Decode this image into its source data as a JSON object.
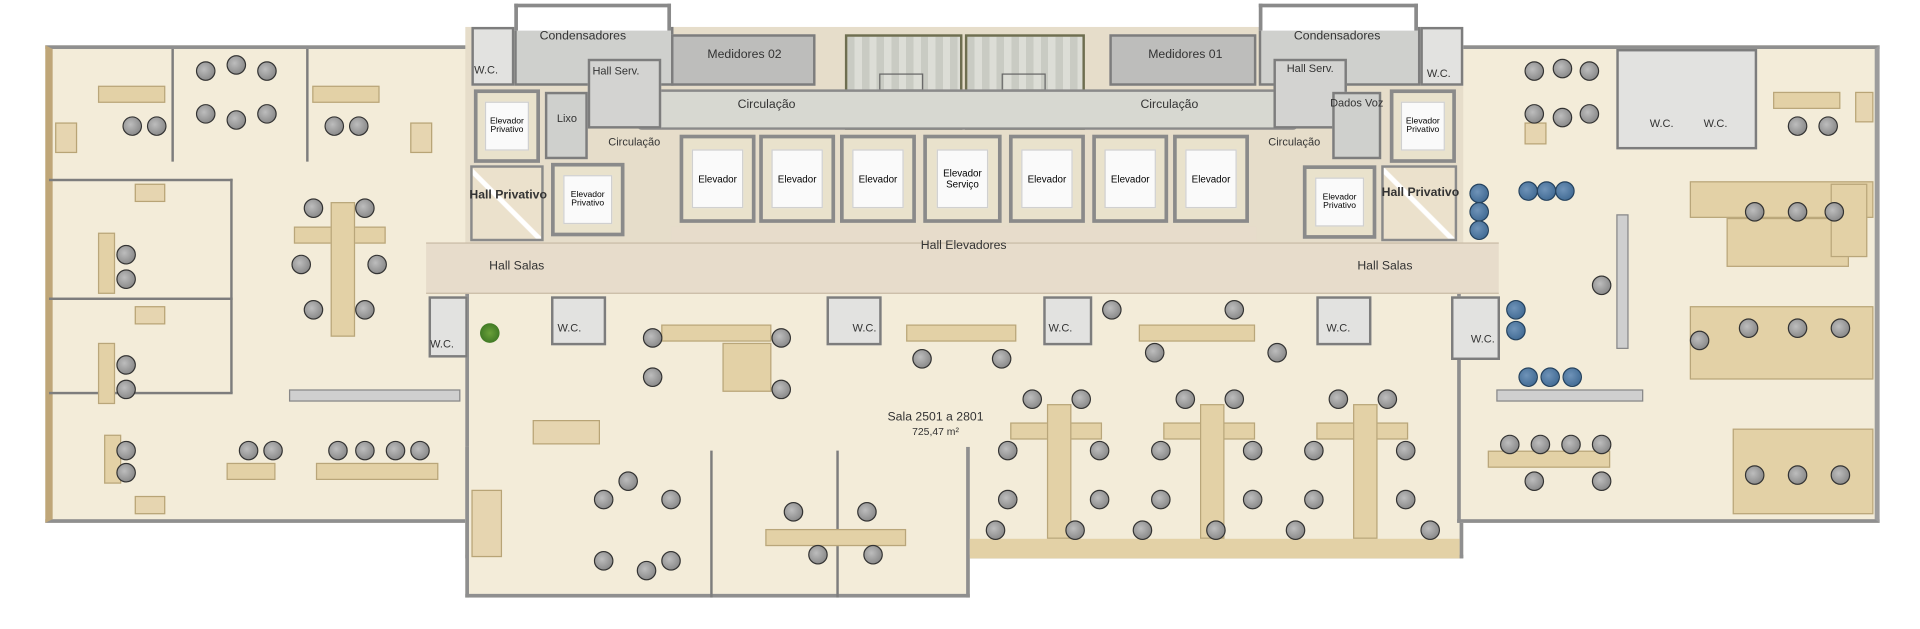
{
  "service_core": {
    "condensadores_left": "Condensadores",
    "condensadores_right": "Condensadores",
    "medidores_02": "Medidores 02",
    "medidores_01": "Medidores 01",
    "hall_serv_left": "Hall Serv.",
    "hall_serv_right": "Hall Serv.",
    "lixo": "Lixo",
    "dados_voz": "Dados Voz",
    "circulacao_left_main": "Circulação",
    "circulacao_right_main": "Circulação",
    "circulacao_left_small": "Circulação",
    "circulacao_right_small": "Circulação"
  },
  "elevators": [
    {
      "label": "Elevador"
    },
    {
      "label": "Elevador"
    },
    {
      "label": "Elevador"
    },
    {
      "label": "Elevador Serviço"
    },
    {
      "label": "Elevador"
    },
    {
      "label": "Elevador"
    },
    {
      "label": "Elevador"
    }
  ],
  "private_elevators": [
    {
      "label": "Elevador Privativo"
    },
    {
      "label": "Elevador Privativo"
    },
    {
      "label": "Elevador Privativo"
    },
    {
      "label": "Elevador Privativo"
    }
  ],
  "halls": {
    "hall_privativo_left": "Hall Privativo",
    "hall_privativo_right": "Hall Privativo",
    "hall_elevadores": "Hall Elevadores",
    "hall_salas_left": "Hall Salas",
    "hall_salas_right": "Hall Salas"
  },
  "restrooms": [
    "W.C.",
    "W.C.",
    "W.C.",
    "W.C.",
    "W.C.",
    "W.C.",
    "W.C.",
    "W.C.",
    "W.C.",
    "W.C."
  ],
  "office": {
    "name": "Sala 2501 a 2801",
    "area": "725,47 m²"
  },
  "colors": {
    "floor": "#f3ecd9",
    "furniture": "#e3d1a6",
    "core": "#cfd0cd",
    "hall": "#e7dccb",
    "accent_chairs": "#35608a"
  }
}
